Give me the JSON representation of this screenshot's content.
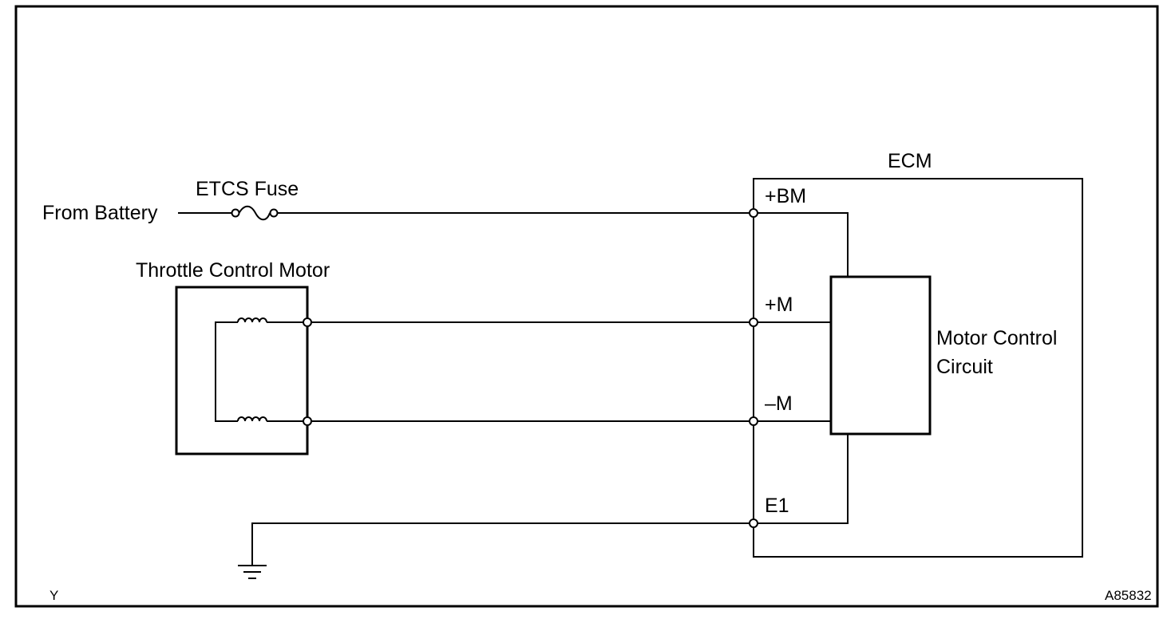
{
  "labels": {
    "ecm": "ECM",
    "from_battery": "From Battery",
    "etcs_fuse": "ETCS Fuse",
    "throttle_motor": "Throttle Control Motor",
    "motor_control_line1": "Motor Control",
    "motor_control_line2": "Circuit",
    "corner_left": "Y",
    "figure_id": "A85832"
  },
  "terminals": {
    "bm": "+BM",
    "m_plus": "+M",
    "m_minus": "–M",
    "e1": "E1"
  }
}
